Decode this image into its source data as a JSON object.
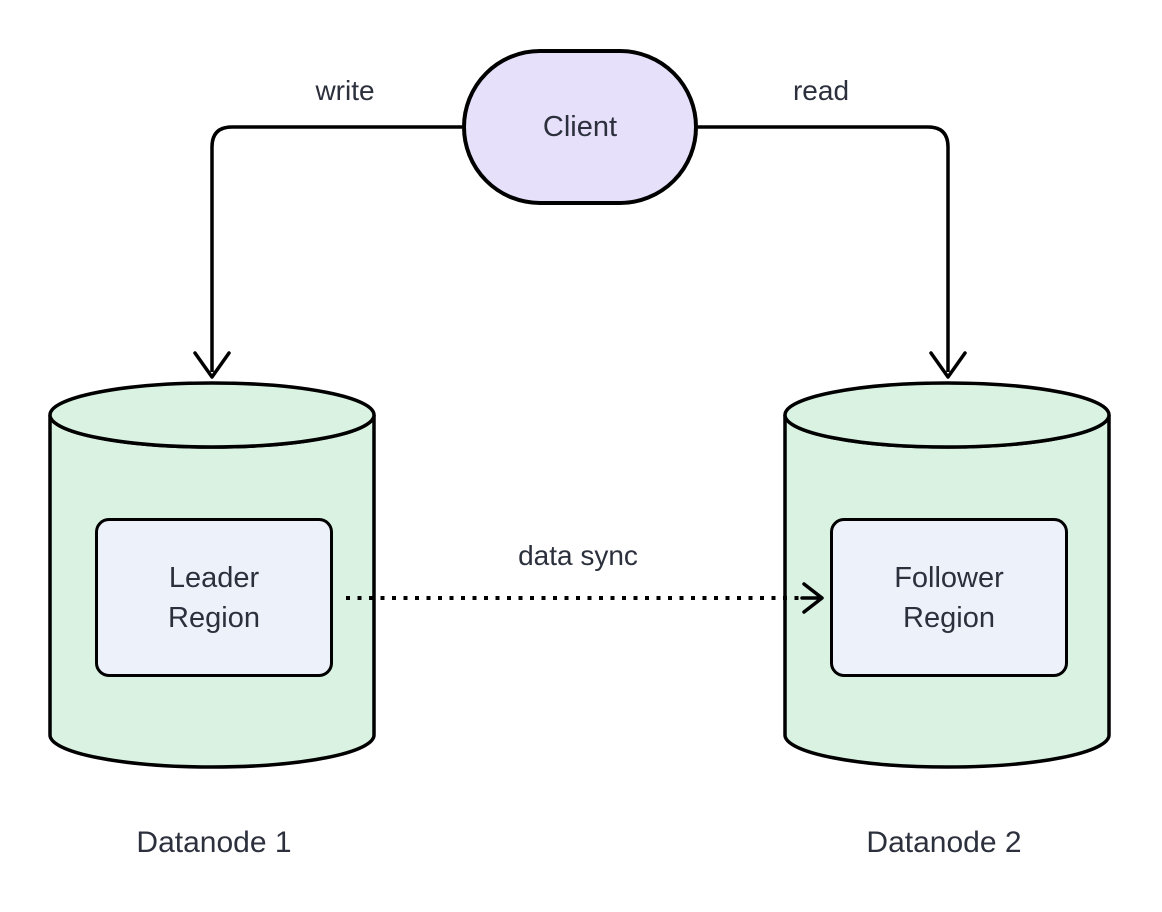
{
  "diagram": {
    "client": {
      "label": "Client"
    },
    "edges": {
      "write": {
        "label": "write",
        "style": "solid-arrow-down"
      },
      "read": {
        "label": "read",
        "style": "solid-arrow-down"
      },
      "sync": {
        "label": "data sync",
        "style": "dotted-arrow-right"
      }
    },
    "datanodes": [
      {
        "caption": "Datanode 1",
        "region_lines": [
          "Leader",
          "Region"
        ]
      },
      {
        "caption": "Datanode 2",
        "region_lines": [
          "Follower",
          "Region"
        ]
      }
    ],
    "colors": {
      "client_fill": "#E6E0FA",
      "cylinder_fill": "#DAF2E2",
      "region_fill": "#EDF1FA",
      "stroke": "#000000",
      "text": "#2B303C",
      "background": "#FFFFFF"
    }
  }
}
